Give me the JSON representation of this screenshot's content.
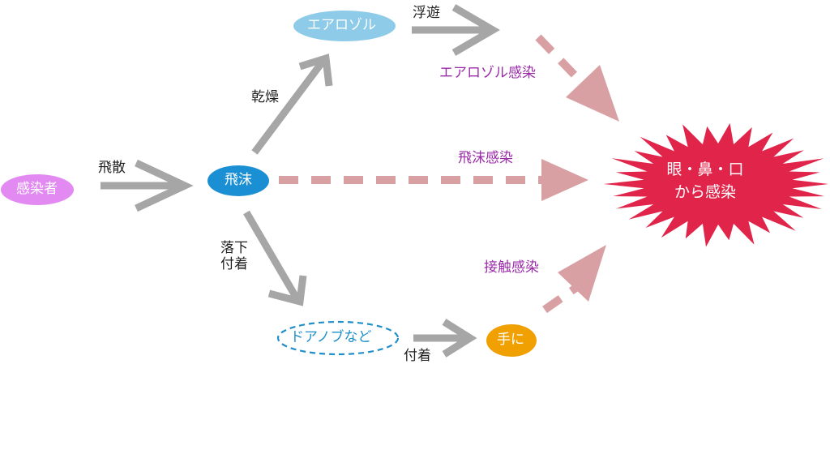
{
  "nodes": {
    "infected": "感染者",
    "droplet": "飛沫",
    "aerosol": "エアロゾル",
    "doorknob": "ドアノブなど",
    "hand": "手に",
    "target_line1": "眼・鼻・口",
    "target_line2": "から感染"
  },
  "edges": {
    "scatter": "飛散",
    "dry": "乾燥",
    "float": "浮遊",
    "fall_line1": "落下",
    "fall_line2": "付着",
    "attach": "付着"
  },
  "infection_routes": {
    "aerosol": "エアロゾル感染",
    "droplet": "飛沫感染",
    "contact": "接触感染"
  },
  "colors": {
    "infected": "#e28af2",
    "droplet": "#1b8fd3",
    "aerosol": "#8ecbe8",
    "doorknob_border": "#1f8fc9",
    "hand": "#f0a000",
    "burst": "#e0244a",
    "gray_arrow": "#a6a6a6",
    "pink_arrow": "#d9a0a3",
    "route_text": "#9a2aa8"
  }
}
